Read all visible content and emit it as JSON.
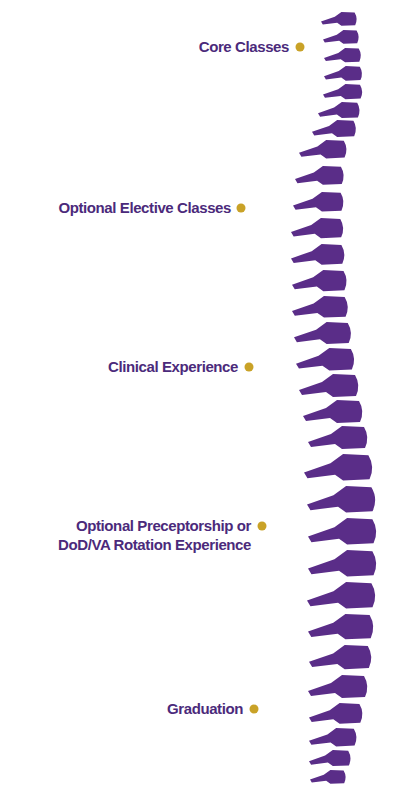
{
  "diagram": {
    "labels": [
      "Core Classes",
      "Optional Elective Classes",
      "Clinical Experience",
      "Optional Preceptorship or DoD/VA Rotation Experience",
      "Graduation"
    ]
  }
}
